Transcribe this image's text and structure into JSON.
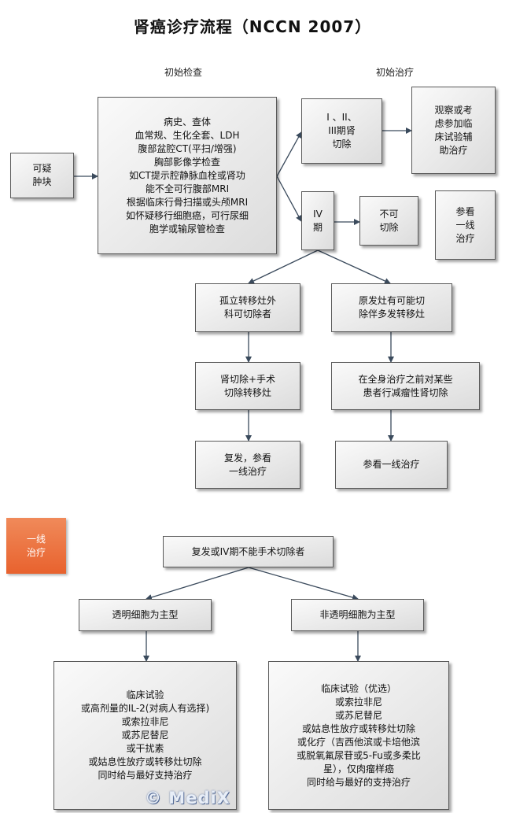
{
  "title": "肾癌诊疗流程（NCCN 2007）",
  "headers": {
    "initial_exam": "初始检查",
    "initial_treatment": "初始治疗"
  },
  "nodes": {
    "suspicious_mass": "可疑\n肿块",
    "initial_exam_detail": "病史、查体\n血常规、生化全套、LDH\n腹部盆腔CT(平扫/增强)\n胸部影像学检查\n如CT提示腔静脉血栓或肾功\n能不全可行腹部MRI\n根据临床行骨扫描或头颅MRI\n如怀疑移行细胞癌，可行尿细\n胞学或输尿管检查",
    "stage_1_3": "I 、II、\nIII期肾\n切除",
    "observe": "观察或考\n虑参加临\n床试验辅\n助治疗",
    "stage_4": "IV\n期",
    "unresectable": "不可\n切除",
    "see_first_line_small": "参看\n一线\n治疗",
    "isolated_metastasis": "孤立转移灶外\n科可切除者",
    "primary_resectable_multi": "原发灶有可能切\n除伴多发转移灶",
    "nephrectomy_plus": "肾切除+手术\n切除转移灶",
    "cytoreductive": "在全身治疗之前对某些\n患者行减瘤性肾切除",
    "relapse_see": "复发，参看\n一线治疗",
    "see_first_line": "参看一线治疗",
    "first_line_label": "一线\n治疗",
    "relapse_unresectable": "复发或IV期不能手术切除者",
    "clear_cell": "透明细胞为主型",
    "non_clear_cell": "非透明细胞为主型",
    "clear_cell_treatment": "临床试验\n或高剂量的IL-2(对病人有选择)\n或索拉非尼\n或苏尼替尼\n或干扰素\n或姑息性放疗或转移灶切除\n同时给与最好支持治疗",
    "non_clear_cell_treatment": "临床试验（优选）\n或索拉非尼\n或苏尼替尼\n或姑息性放疗或转移灶切除\n或化疗（吉西他滨或卡培他滨\n或脱氧氟尿苷或5-Fu或多柔比\n星），仅肉瘤样癌\n同时给与最好的支持治疗"
  },
  "watermark": "© MediX",
  "colors": {
    "accent": "#e8622e",
    "arrow": "#3a4a5c"
  }
}
